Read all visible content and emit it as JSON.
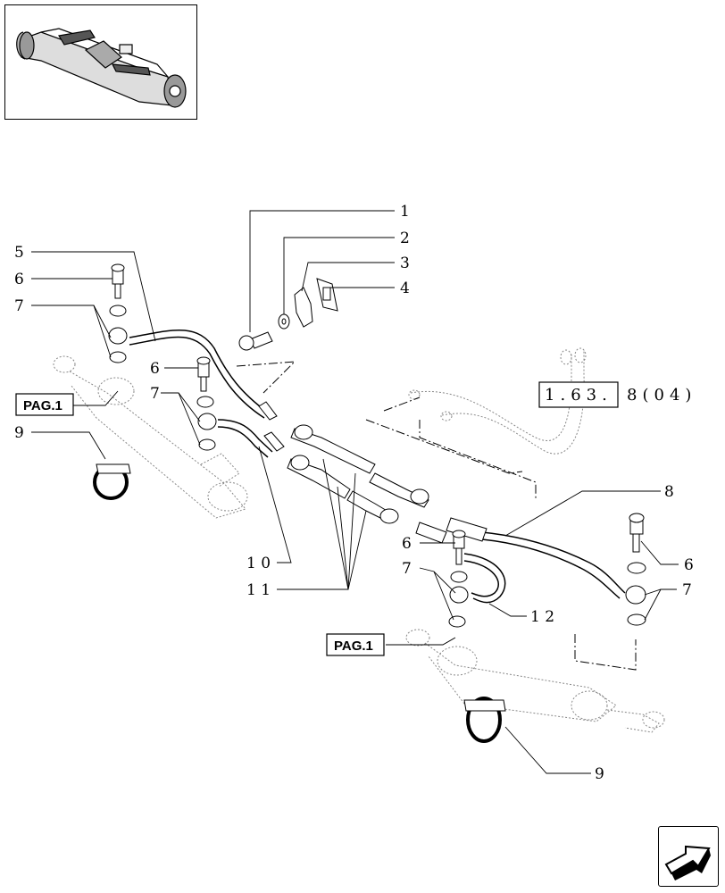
{
  "thumbnail": {
    "icon": "front-axle-thumbnail"
  },
  "callouts": {
    "c1": "1",
    "c2": "2",
    "c3": "3",
    "c4": "4",
    "c5": "5",
    "c6": "6",
    "c7": "7",
    "c8": "8",
    "c9": "9",
    "c10": "1 0",
    "c11": "1 1",
    "c12": "1 2"
  },
  "page_refs": {
    "left": "PAG.1",
    "bottom": "PAG.1"
  },
  "cross_ref": {
    "parts": [
      "1",
      ".",
      "6",
      "3",
      ".",
      "8",
      "(",
      "0",
      "4",
      ")"
    ]
  },
  "nav": {
    "icon": "next-page-arrow-icon"
  }
}
